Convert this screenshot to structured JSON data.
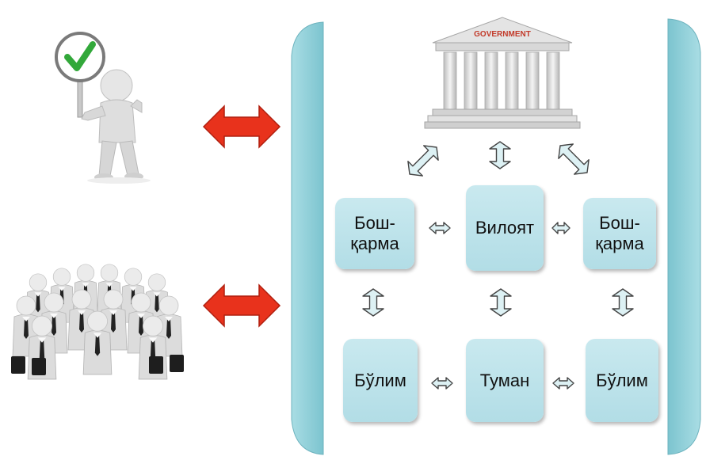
{
  "building": {
    "sign": "GOVERNMENT"
  },
  "nodes": {
    "left_top": "Бош-\nқарма",
    "center_top": "Вилоят",
    "right_top": "Бош-\nқарма",
    "left_bottom": "Бўлим",
    "center_bottom": "Туман",
    "right_bottom": "Бўлим"
  },
  "colors": {
    "bracket": "#8ccfd8",
    "node_fill": "#bfe3ea",
    "double_arrow": "#e8321c",
    "outline_arrow_fill": "#ddf1f4",
    "check": "#32a83a"
  },
  "icons": {
    "person": "person-with-checkmark-sign-icon",
    "group": "business-group-icon",
    "building": "government-building-icon"
  }
}
